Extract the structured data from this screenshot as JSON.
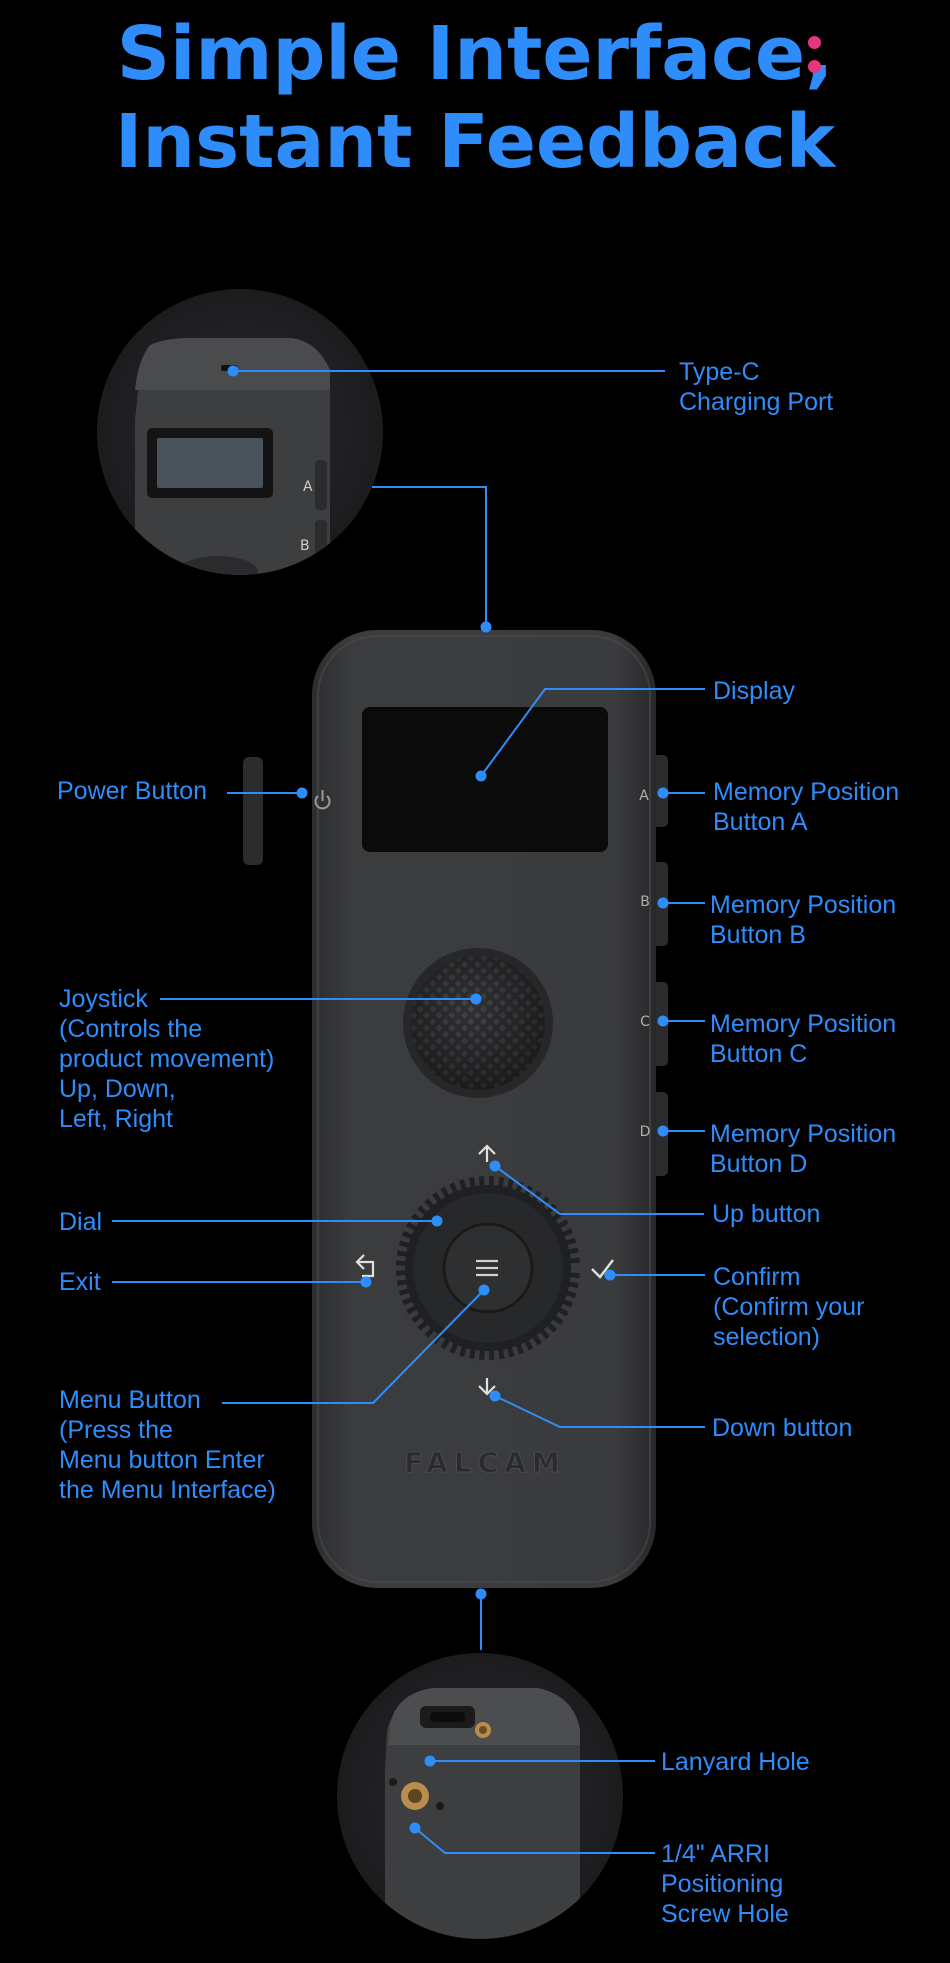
{
  "title": {
    "line1": "Simple Interface,",
    "line2": "Instant Feedback"
  },
  "colors": {
    "accent": "#2f8dfb",
    "dot": "#e5367f",
    "background": "#000000",
    "device": "#38393b"
  },
  "device": {
    "brand": "FALCAM",
    "side_letters": [
      "A",
      "B",
      "C",
      "D"
    ],
    "inset_letters": [
      "A",
      "B"
    ]
  },
  "labels": {
    "type_c": "Type-C\nCharging Port",
    "display": "Display",
    "power": "Power Button",
    "mem_a": "Memory Position\nButton A",
    "mem_b": "Memory Position\nButton B",
    "mem_c": "Memory Position\nButton C",
    "mem_d": "Memory Position\nButton D",
    "joystick": "Joystick\n(Controls the\nproduct movement)\nUp, Down,\nLeft, Right",
    "up": "Up button",
    "dial": "Dial",
    "exit": "Exit",
    "confirm": "Confirm\n(Confirm your\nselection)",
    "menu": "Menu Button\n(Press the\nMenu button Enter\nthe Menu Interface)",
    "down": "Down button",
    "lanyard": "Lanyard Hole",
    "screw": "1/4\" ARRI\nPositioning\nScrew Hole"
  },
  "icons": [
    "power-icon",
    "menu-icon",
    "up-arrow-icon",
    "down-arrow-icon",
    "exit-icon",
    "confirm-check-icon"
  ]
}
